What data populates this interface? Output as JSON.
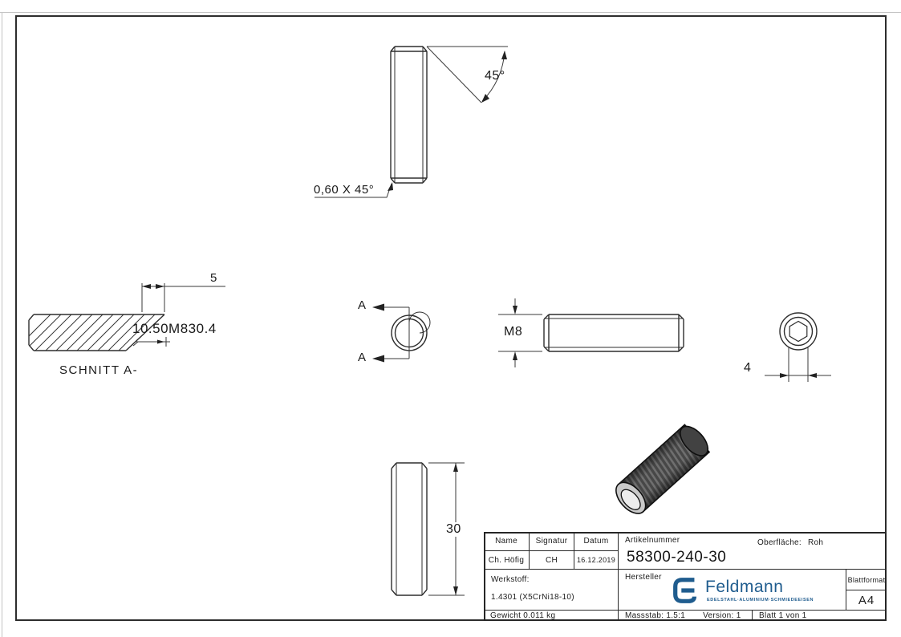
{
  "drawing": {
    "chamfer_detail": {
      "angle_label": "45°",
      "chamfer_label": "0,60 X 45°"
    },
    "section_view": {
      "title": "SCHNITT A-",
      "dim_width": "5",
      "overlap_text": "10.50M830.4"
    },
    "end_view": {
      "cut_label_top": "A",
      "cut_label_bottom": "A"
    },
    "side_view": {
      "thread_label": "M8"
    },
    "hex_view": {
      "hex_dim": "4"
    },
    "front_view": {
      "length_dim": "30"
    }
  },
  "title_block": {
    "headers": {
      "name": "Name",
      "signatur": "Signatur",
      "datum": "Datum",
      "artikelnummer": "Artikelnummer",
      "oberflaeche_label": "Oberfläche:",
      "werkstoff_label": "Werkstoff:",
      "hersteller": "Hersteller",
      "blattformat": "Blattformat"
    },
    "values": {
      "name": "Ch. Höfig",
      "signatur": "CH",
      "datum": "16.12.2019",
      "artikelnummer": "58300-240-30",
      "oberflaeche": "Roh",
      "werkstoff": "1.4301 (X5CrNi18-10)",
      "gewicht": "Gewicht 0.011 kg",
      "massstab": "Massstab: 1.5:1",
      "version": "Version: 1",
      "blatt": "Blatt 1 von 1",
      "blattformat": "A4"
    },
    "logo": {
      "brand": "Feldmann",
      "tagline": "EDELSTAHL·ALUMINIUM·SCHMIEDEEISEN",
      "color": "#1f5c8e"
    }
  }
}
